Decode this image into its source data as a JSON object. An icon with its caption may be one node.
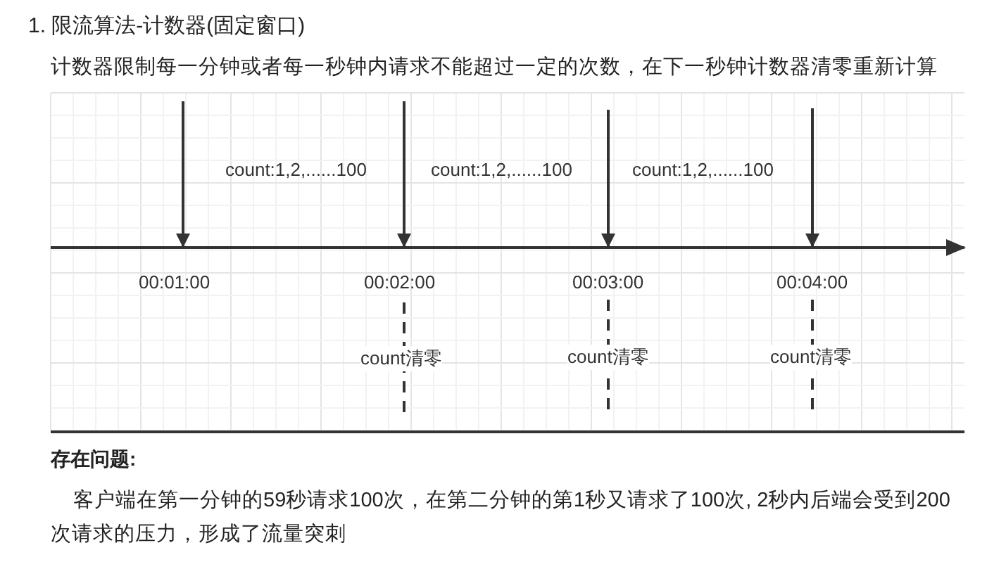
{
  "diagram": {
    "title": "1. 限流算法-计数器(固定窗口)",
    "labels": [
      "计数器限制每一分钟或者每一秒钟内请求不能超过一定的次数，在下一秒钟计数器清零重新计算",
      "count:1,2,......100",
      "count:1,2,......100",
      "count:1,2,......100",
      "00:01:00",
      "00:02:00",
      "00:03:00",
      "00:04:00",
      "count清零",
      "count清零",
      "count清零",
      "存在问题:",
      "客户端在第一分钟的59秒请求100次，在第二分钟的第1秒又请求了100次, 2秒内后端会受到200次请求的压力，形成了流量突刺"
    ]
  }
}
